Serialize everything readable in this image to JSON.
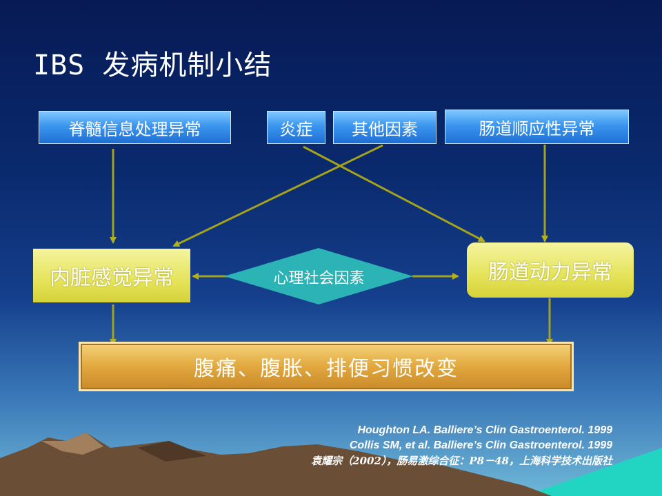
{
  "title": "IBS 发病机制小结",
  "boxes": {
    "spinal": "脊髓信息处理异常",
    "inflammation": "炎症",
    "other": "其他因素",
    "compliance": "肠道顺应性异常",
    "visceral": "内脏感觉异常",
    "motility": "肠道动力异常",
    "psycho": "心理社会因素",
    "result": "腹痛、腹胀、排便习惯改变"
  },
  "references": [
    "Houghton LA. Balliere’s Clin Gastroenterol. 1999",
    "Collis SM, et al. Balliere’s Clin Gastroenterol. 1999",
    "袁耀宗（2002），肠易激综合征：P8－48，上海科学技术出版社"
  ],
  "colors": {
    "arrow": "#9a9a1e",
    "diamond": "#2bb5b8",
    "mountain": "#7a5a3e",
    "water": "#20d0c0"
  }
}
